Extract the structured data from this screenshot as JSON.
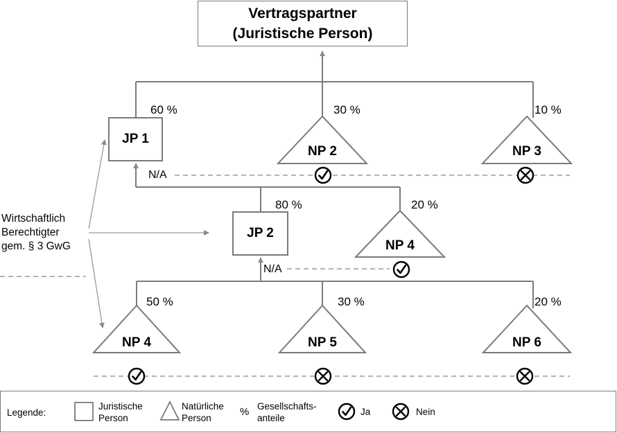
{
  "title": {
    "line1": "Vertragspartner",
    "line2": "(Juristische Person)"
  },
  "nodes": {
    "jp1": {
      "label": "JP 1",
      "percent": "60 %"
    },
    "np2_top": {
      "label": "NP 2",
      "percent": "30 %"
    },
    "np3": {
      "label": "NP 3",
      "percent": "10 %"
    },
    "jp2": {
      "label": "JP 2",
      "percent": "80 %"
    },
    "np4_mid": {
      "label": "NP 4",
      "percent": "20 %"
    },
    "np4_bottom": {
      "label": "NP 4",
      "percent": "50 %"
    },
    "np5": {
      "label": "NP 5",
      "percent": "30 %"
    },
    "np6": {
      "label": "NP 6",
      "percent": "20 %"
    }
  },
  "na_labels": {
    "row1": "N/A",
    "row2": "N/A"
  },
  "side_label": {
    "line1": "Wirtschaftlich",
    "line2": "Berechtigter",
    "line3": "gem. § 3 GwG"
  },
  "legend": {
    "title": "Legende:",
    "jp": {
      "line1": "Juristische",
      "line2": "Person"
    },
    "np": {
      "line1": "Natürliche",
      "line2": "Person"
    },
    "pct_symbol": "%",
    "pct": {
      "line1": "Gesellschafts-",
      "line2": "anteile"
    },
    "yes": "Ja",
    "no": "Nein"
  },
  "colors": {
    "line": "#7a7a7a",
    "dashed": "#9a9a9a",
    "text": "#000000"
  },
  "icons": {
    "yes": "check-circle-icon",
    "no": "cross-circle-icon"
  }
}
